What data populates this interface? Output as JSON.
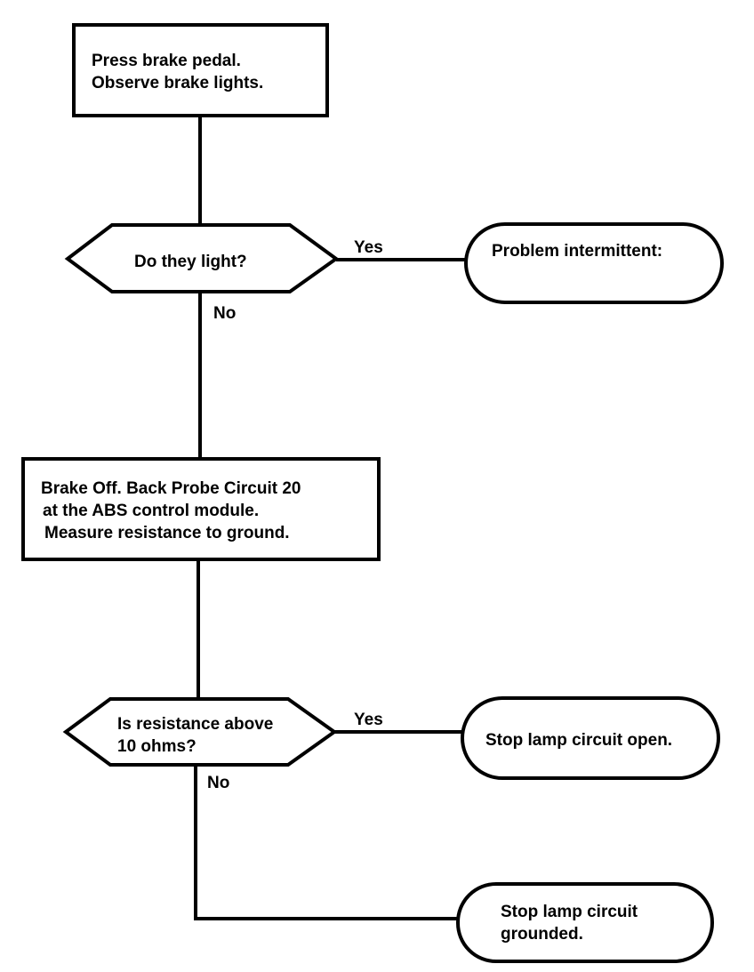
{
  "nodes": {
    "press": {
      "line1": "Press brake pedal.",
      "line2": "Observe brake lights."
    },
    "q1": {
      "text": "Do they light?"
    },
    "intermittent": {
      "text": "Problem intermittent:"
    },
    "probe": {
      "line1": "Brake Off. Back Probe Circuit 20",
      "line2": "at the ABS control module.",
      "line3": "Measure resistance to ground."
    },
    "q2": {
      "line1": "Is resistance above",
      "line2": "10 ohms?"
    },
    "open": {
      "text": "Stop lamp circuit open."
    },
    "grounded": {
      "line1": "Stop lamp circuit",
      "line2": "grounded."
    }
  },
  "edges": {
    "q1_yes": "Yes",
    "q1_no": "No",
    "q2_yes": "Yes",
    "q2_no": "No"
  }
}
